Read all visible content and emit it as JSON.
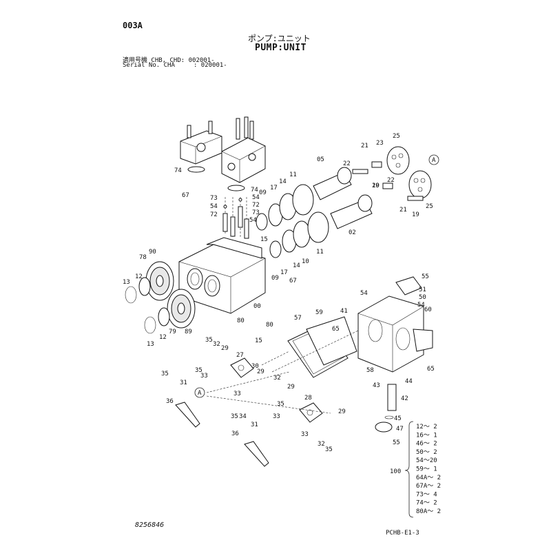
{
  "header": {
    "page_code": "003A",
    "title_jp": "ポンプ:ユニット",
    "title_en": "PUMP:UNIT",
    "serial_line1": "適用号機 CHB, CHD: 002001-",
    "serial_line2": "Serial No. CHA     : 020001-"
  },
  "footer": {
    "doc_number": "8256846",
    "sheet_code": "PCHB-E1-3"
  },
  "callouts": {
    "a_marker": "A",
    "labels": [
      "05",
      "21",
      "23",
      "25",
      "22",
      "20",
      "19",
      "25",
      "21",
      "19",
      "22",
      "74",
      "74",
      "17",
      "14",
      "11",
      "09",
      "67",
      "73",
      "54",
      "72",
      "54",
      "72",
      "73",
      "54",
      "02",
      "15",
      "10",
      "11",
      "14",
      "17",
      "09",
      "67",
      "90",
      "78",
      "12",
      "13",
      "00",
      "80",
      "80",
      "15",
      "79",
      "89",
      "12",
      "13",
      "57",
      "59",
      "65",
      "41",
      "54",
      "51",
      "50",
      "54",
      "55",
      "60",
      "65",
      "58",
      "44",
      "43",
      "42",
      "47",
      "55",
      "45",
      "35",
      "32",
      "29",
      "27",
      "35",
      "33",
      "30",
      "29",
      "35",
      "31",
      "36",
      "33",
      "32",
      "29",
      "28",
      "35",
      "33",
      "35",
      "34",
      "31",
      "36",
      "33",
      "32",
      "35",
      "29"
    ]
  },
  "parts_summary": {
    "group_id": "100",
    "items": [
      "12～ 2",
      "16～ 1",
      "46～ 2",
      "50～ 2",
      "54～20",
      "59～ 1",
      "64A～ 2",
      "67A～ 2",
      "73～ 4",
      "74～ 2",
      "80A～ 2"
    ]
  }
}
